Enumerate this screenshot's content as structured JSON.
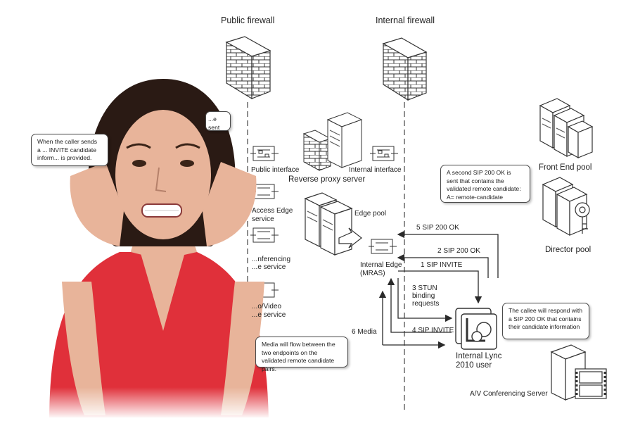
{
  "zones": {
    "public_firewall": "Public firewall",
    "internal_firewall": "Internal firewall"
  },
  "nodes": {
    "public_interface": "Public interface",
    "internal_interface": "Internal interface",
    "reverse_proxy": "Reverse proxy server",
    "access_edge_1": "Access Edge",
    "access_edge_2": "service",
    "web_conf_1": "...nferencing",
    "web_conf_2": "...e service",
    "av_1": "...o/Video",
    "av_2": "...e service",
    "edge_pool": "Edge pool",
    "internal_edge_1": "Internal Edge",
    "internal_edge_2": "(MRAS)",
    "front_end_pool": "Front End pool",
    "director_pool": "Director pool",
    "lync_user_1": "Internal Lync",
    "lync_user_2": "2010 user",
    "av_server": "A/V Conferencing Server"
  },
  "steps": {
    "s1": "1 SIP INVITE",
    "s2": "2 SIP 200 OK",
    "s3a": "3 STUN",
    "s3b": "binding",
    "s3c": "requests",
    "s4": "4 SIP INVITE",
    "s5": "5 SIP 200 OK",
    "s6": "6 Media"
  },
  "callouts": {
    "caller": "When the caller sends a ... INVITE candidate inform... is provided.",
    "sent": "...e sent",
    "second_ok": "A second SIP 200 OK is sent that contains the validated remote candidate: A= remote-candidate",
    "callee": "The callee will respond with a SIP 200 OK that contains their candidate information",
    "media": "Media will flow between the two endpoints on the validated remote candidate pairs."
  },
  "colors": {
    "line": "#2a2a2a",
    "shirt": "#e0303a",
    "skin": "#e8b49a",
    "hair": "#2a1a14"
  }
}
